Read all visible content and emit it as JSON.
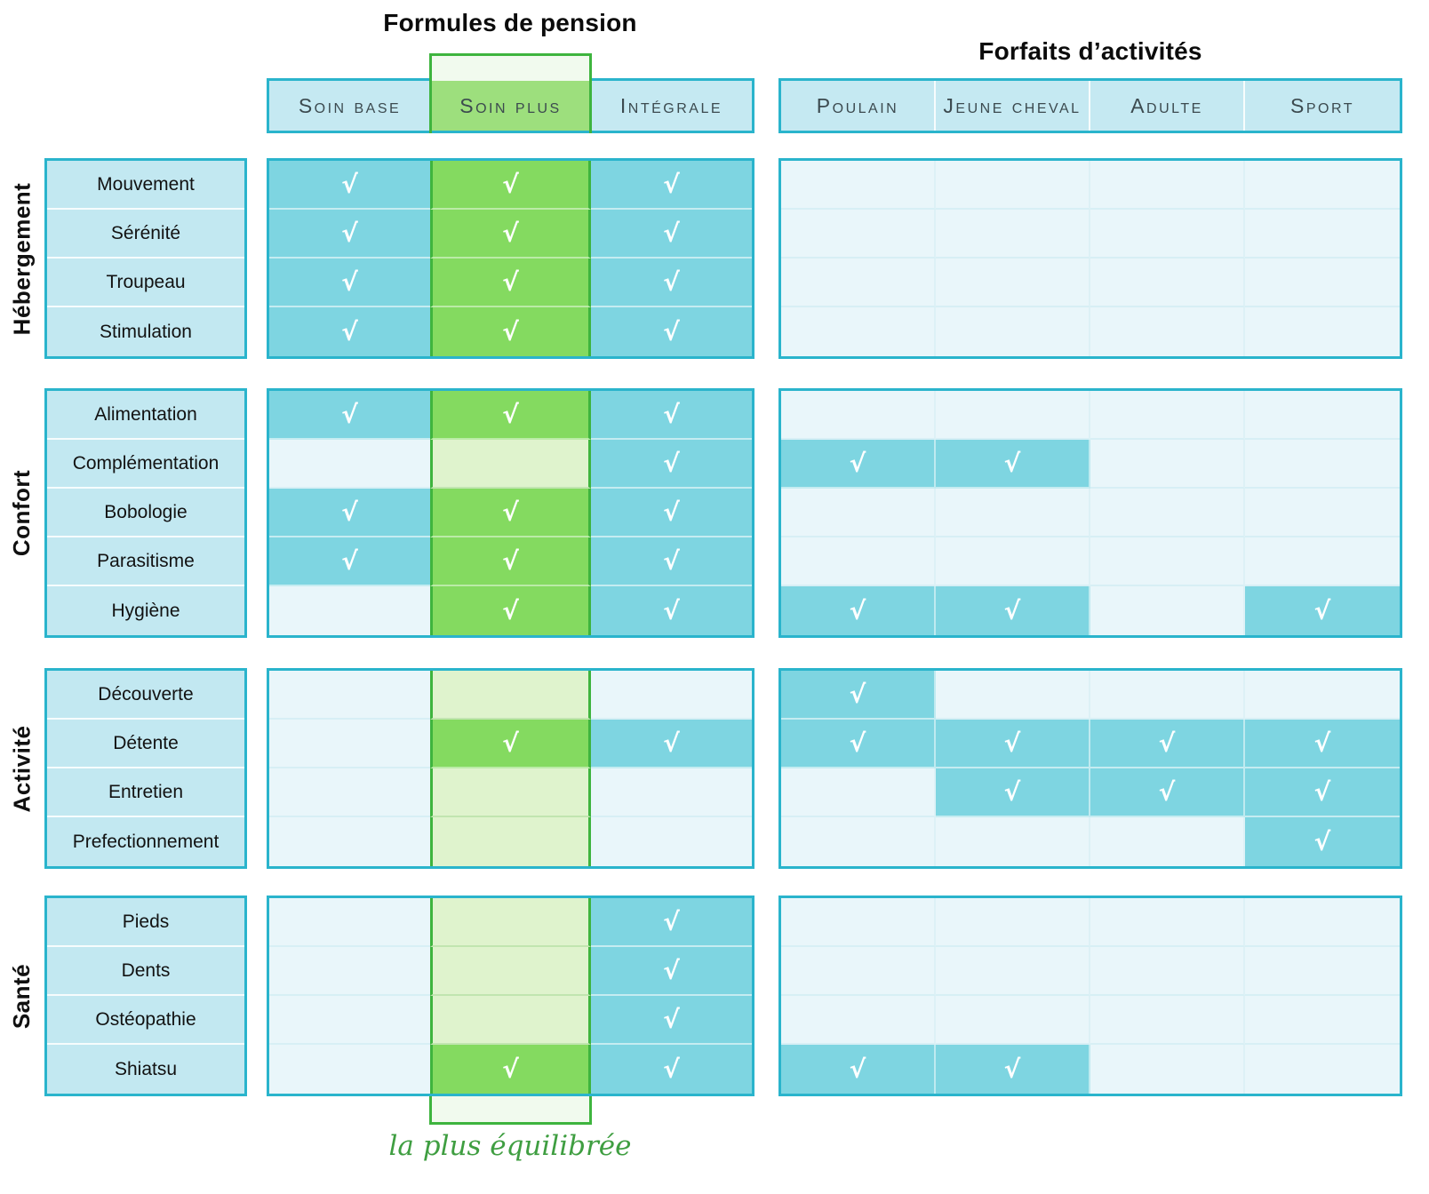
{
  "titles": {
    "pension": "Formules de pension",
    "activities": "Forfaits d’activités"
  },
  "annotation": "la plus équilibrée",
  "check_glyph": "√",
  "chart_data": {
    "type": "table",
    "title": "Formules de pension / Forfaits d’activités",
    "column_groups": [
      {
        "name": "Formules de pension",
        "columns": [
          "Soin base",
          "Soin plus",
          "Intégrale"
        ],
        "highlighted_column": "Soin plus"
      },
      {
        "name": "Forfaits d’activités",
        "columns": [
          "Poulain",
          "Jeune cheval",
          "Adulte",
          "Sport"
        ]
      }
    ],
    "row_groups": [
      {
        "name": "Hébergement",
        "rows": [
          {
            "label": "Mouvement",
            "pension": [
              true,
              true,
              true
            ],
            "activities": [
              false,
              false,
              false,
              false
            ]
          },
          {
            "label": "Sérénité",
            "pension": [
              true,
              true,
              true
            ],
            "activities": [
              false,
              false,
              false,
              false
            ]
          },
          {
            "label": "Troupeau",
            "pension": [
              true,
              true,
              true
            ],
            "activities": [
              false,
              false,
              false,
              false
            ]
          },
          {
            "label": "Stimulation",
            "pension": [
              true,
              true,
              true
            ],
            "activities": [
              false,
              false,
              false,
              false
            ]
          }
        ]
      },
      {
        "name": "Confort",
        "rows": [
          {
            "label": "Alimentation",
            "pension": [
              true,
              true,
              true
            ],
            "activities": [
              false,
              false,
              false,
              false
            ]
          },
          {
            "label": "Complémentation",
            "pension": [
              false,
              false,
              true
            ],
            "activities": [
              true,
              true,
              false,
              false
            ]
          },
          {
            "label": "Bobologie",
            "pension": [
              true,
              true,
              true
            ],
            "activities": [
              false,
              false,
              false,
              false
            ]
          },
          {
            "label": "Parasitisme",
            "pension": [
              true,
              true,
              true
            ],
            "activities": [
              false,
              false,
              false,
              false
            ]
          },
          {
            "label": "Hygiène",
            "pension": [
              false,
              true,
              true
            ],
            "activities": [
              true,
              true,
              false,
              true
            ]
          }
        ]
      },
      {
        "name": "Activité",
        "rows": [
          {
            "label": "Découverte",
            "pension": [
              false,
              false,
              false
            ],
            "activities": [
              true,
              false,
              false,
              false
            ]
          },
          {
            "label": "Détente",
            "pension": [
              false,
              true,
              true
            ],
            "activities": [
              true,
              true,
              true,
              true
            ]
          },
          {
            "label": "Entretien",
            "pension": [
              false,
              false,
              false
            ],
            "activities": [
              false,
              true,
              true,
              true
            ]
          },
          {
            "label": "Prefectionnement",
            "pension": [
              false,
              false,
              false
            ],
            "activities": [
              false,
              false,
              false,
              true
            ]
          }
        ]
      },
      {
        "name": "Santé",
        "rows": [
          {
            "label": "Pieds",
            "pension": [
              false,
              false,
              true
            ],
            "activities": [
              false,
              false,
              false,
              false
            ]
          },
          {
            "label": "Dents",
            "pension": [
              false,
              false,
              true
            ],
            "activities": [
              false,
              false,
              false,
              false
            ]
          },
          {
            "label": "Ostéopathie",
            "pension": [
              false,
              false,
              true
            ],
            "activities": [
              false,
              false,
              false,
              false
            ]
          },
          {
            "label": "Shiatsu",
            "pension": [
              false,
              true,
              true
            ],
            "activities": [
              true,
              true,
              false,
              false
            ]
          }
        ]
      },
      {
        "name": "__note__",
        "rows": []
      }
    ],
    "highlight_note": "la plus équilibrée"
  },
  "colors": {
    "teal_border": "#2ab4cc",
    "teal_cell": "#7ed5e1",
    "light_blue_cell": "#e9f6fa",
    "header_blue": "#c5e9f2",
    "label_blue": "#c2e8f1",
    "green_border": "#3eb43e",
    "green_cell": "#84da60",
    "green_header": "#9ddf7d",
    "light_green_cell": "#dff3cd",
    "overhang_green": "#f1faee",
    "script_green": "#3f9e41"
  }
}
